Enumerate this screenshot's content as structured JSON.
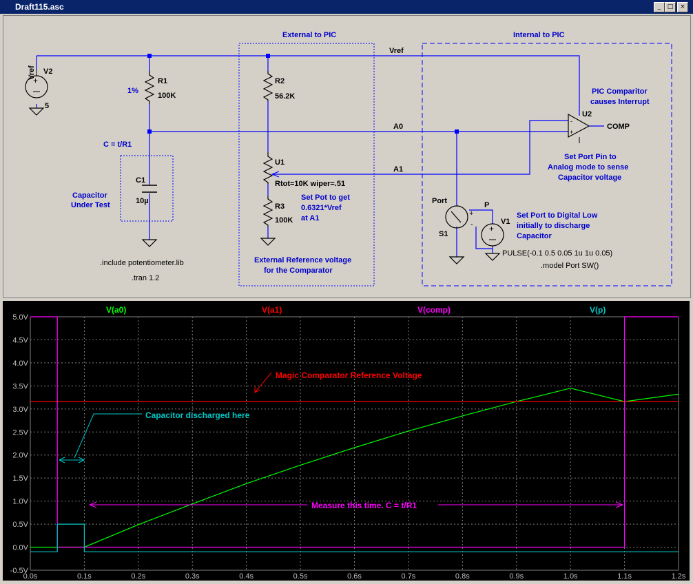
{
  "window": {
    "title": "Draft115.asc",
    "min_glyph": "_",
    "max_glyph": "□",
    "close_glyph": "×"
  },
  "schematic": {
    "box_external_title": "External to PIC",
    "box_internal_title": "Internal to PIC",
    "net_vref": "Vref",
    "net_a0": "A0",
    "net_a1": "A1",
    "v2_name": "V2",
    "v2_label": "Vref",
    "v2_value": "5",
    "r1_name": "R1",
    "r1_value": "100K",
    "r1_tol": "1%",
    "r2_name": "R2",
    "r2_value": "56.2K",
    "u1_name": "U1",
    "u1_param": "Rtot=10K wiper=.51",
    "r3_name": "R3",
    "r3_value": "100K",
    "c1_name": "C1",
    "c1_value": "10µ",
    "c_formula": "C = t/R1",
    "cap_note_1": "Capacitor",
    "cap_note_2": "Under Test",
    "include_line": ".include potentiometer.lib",
    "tran_line": ".tran 1.2",
    "pot_note_1": "Set Pot to get",
    "pot_note_2": "0.6321*Vref",
    "pot_note_3": "at A1",
    "ext_note_1": "External Reference voltage",
    "ext_note_2": "for the Comparator",
    "u2_name": "U2",
    "comp_label": "COMP",
    "pic_note_1": "PIC Comparitor",
    "pic_note_2": "causes Interrupt",
    "analog_note_1": "Set Port Pin to",
    "analog_note_2": "Analog mode to sense",
    "analog_note_3": "Capacitor voltage",
    "port_label": "Port",
    "s1_name": "S1",
    "p_label": "P",
    "v1_name": "V1",
    "digital_note_1": "Set Port to Digital Low",
    "digital_note_2": "initially to discharge",
    "digital_note_3": "Capacitor",
    "pulse_line": "PULSE(-0.1 0.5 0.05 1u 1u 0.05)",
    "model_line": ".model Port SW()"
  },
  "colors": {
    "wire": "#0000ff",
    "schematic_text": "#000000",
    "annotation_text": "#0000cc",
    "a0_trace": "#00ff00",
    "a1_trace": "#ff0000",
    "comp_trace": "#ff00ff",
    "p_trace": "#00c8c8",
    "grid": "#808080"
  },
  "chart_data": {
    "type": "line",
    "xlim": [
      0,
      1.2
    ],
    "ylim": [
      -0.5,
      5.0
    ],
    "x_ticks": [
      "0.0s",
      "0.1s",
      "0.2s",
      "0.3s",
      "0.4s",
      "0.5s",
      "0.6s",
      "0.7s",
      "0.8s",
      "0.9s",
      "1.0s",
      "1.1s",
      "1.2s"
    ],
    "y_ticks": [
      "5.0V",
      "4.5V",
      "4.0V",
      "3.5V",
      "3.0V",
      "2.5V",
      "2.0V",
      "1.5V",
      "1.0V",
      "0.5V",
      "0.0V",
      "-0.5V"
    ],
    "grid": true,
    "series": [
      {
        "name": "V(a0)",
        "points": [
          [
            0,
            0
          ],
          [
            0.1,
            0
          ],
          [
            0.2,
            0.49
          ],
          [
            0.3,
            0.94
          ],
          [
            0.4,
            1.38
          ],
          [
            0.5,
            1.78
          ],
          [
            0.6,
            2.16
          ],
          [
            0.7,
            2.52
          ],
          [
            0.8,
            2.85
          ],
          [
            0.9,
            3.16
          ],
          [
            1.0,
            3.45
          ],
          [
            1.1,
            3.16
          ],
          [
            1.2,
            3.32
          ]
        ]
      },
      {
        "name": "V(a1)",
        "points": [
          [
            0,
            3.16
          ],
          [
            1.2,
            3.16
          ]
        ]
      },
      {
        "name": "V(comp)",
        "points": [
          [
            0,
            5.0
          ],
          [
            0.05,
            5.0
          ],
          [
            0.05,
            0
          ],
          [
            1.1,
            0
          ],
          [
            1.1,
            5.0
          ],
          [
            1.2,
            5.0
          ]
        ]
      },
      {
        "name": "V(p)",
        "points": [
          [
            0,
            -0.1
          ],
          [
            0.05,
            -0.1
          ],
          [
            0.05,
            0.5
          ],
          [
            0.1,
            0.5
          ],
          [
            0.1,
            -0.1
          ],
          [
            1.2,
            -0.1
          ]
        ]
      }
    ],
    "annotations": {
      "magic": "Magic Comparator Reference Voltage",
      "discharged": "Capacitor discharged here",
      "measure": "Measure this time. C = t/R1"
    }
  }
}
